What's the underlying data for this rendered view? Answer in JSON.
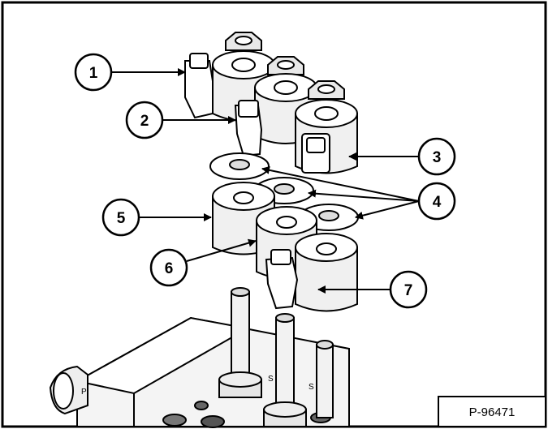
{
  "figure": {
    "reference_code": "P-96471",
    "callouts": [
      "1",
      "2",
      "3",
      "4",
      "5",
      "6",
      "7"
    ]
  }
}
